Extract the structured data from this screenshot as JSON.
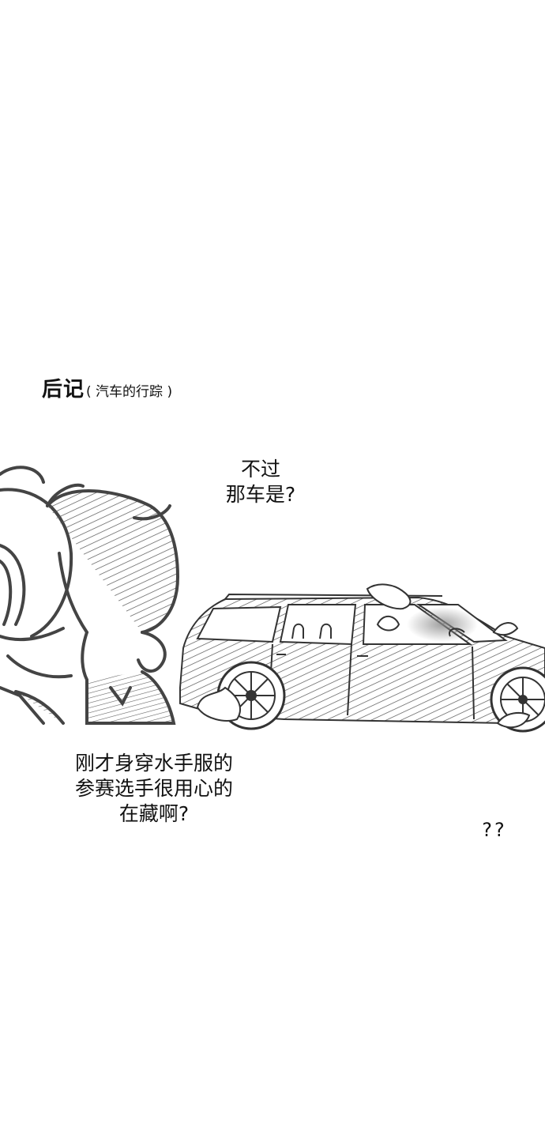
{
  "panel": {
    "title": "后记",
    "subtitle": "( 汽车的行踪 )"
  },
  "speech_1": {
    "lines": [
      "不过",
      "那车是?"
    ]
  },
  "speech_2": {
    "lines": [
      "刚才身穿水手服的",
      "参赛选手很用心的",
      "在藏啊?"
    ]
  },
  "speech_3": {
    "text": "??"
  },
  "colors": {
    "ink": "#222222",
    "hatch": "#555555",
    "background": "#ffffff"
  }
}
